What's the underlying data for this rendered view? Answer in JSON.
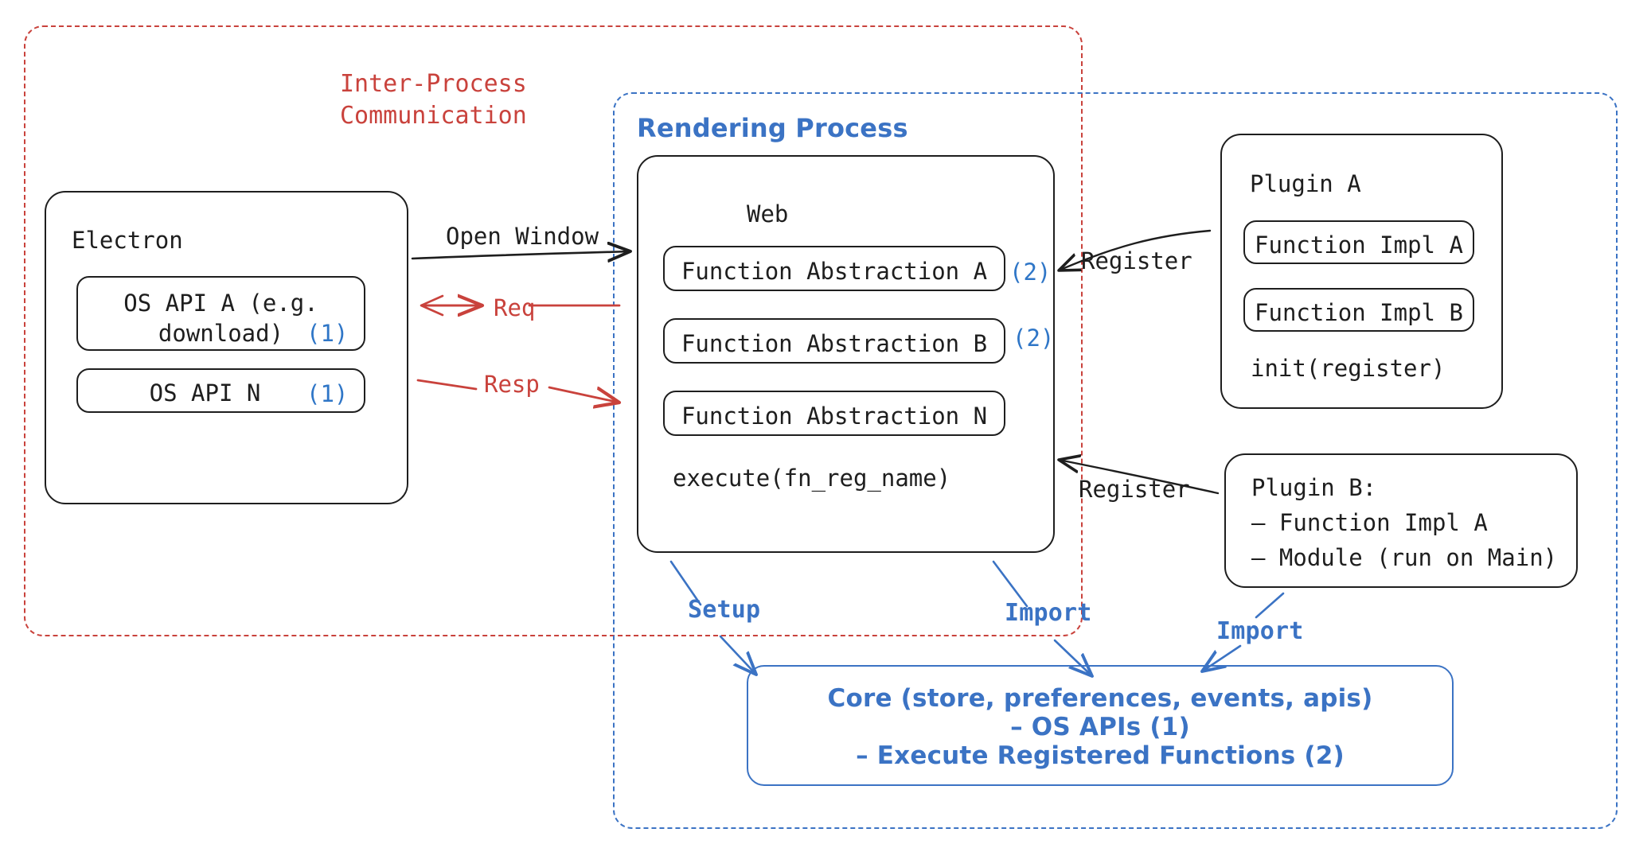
{
  "diagram": {
    "title": "Electron plugin architecture",
    "colors": {
      "ipc_red": "#c9423c",
      "process_blue": "#3b73c4",
      "marker_blue": "#2f76c7",
      "ink": "#1e1e1e",
      "background": "#ffffff"
    }
  },
  "containers": {
    "ipc": {
      "label": "Inter-Process\nCommunication",
      "style": "dashed-red"
    },
    "rendering": {
      "label": "Rendering Process",
      "style": "dashed-blue"
    }
  },
  "electron": {
    "title": "Electron",
    "apis": [
      {
        "label": "OS API A (e.g.\ndownload)",
        "marker": "(1)"
      },
      {
        "label": "OS API N",
        "marker": "(1)"
      }
    ]
  },
  "web": {
    "title": "Web",
    "abstractions": [
      {
        "label": "Function Abstraction A",
        "marker": "(2)"
      },
      {
        "label": "Function Abstraction B",
        "marker": "(2)"
      },
      {
        "label": "Function Abstraction N",
        "marker": ""
      }
    ],
    "footer": "execute(fn_reg_name)"
  },
  "plugin_a": {
    "title": "Plugin A",
    "items": [
      "Function Impl A",
      "Function Impl B"
    ],
    "footer": "init(register)"
  },
  "plugin_b": {
    "title": "Plugin B:",
    "lines": [
      "– Function Impl A",
      "– Module (run on Main)"
    ]
  },
  "core": {
    "lines": [
      "Core (store, preferences, events, apis)",
      "– OS APIs (1)",
      "– Execute Registered Functions (2)"
    ]
  },
  "edges": {
    "open_window": {
      "label": "Open Window",
      "color": "#1e1e1e"
    },
    "req": {
      "label": "Req",
      "color": "#c9423c"
    },
    "resp": {
      "label": "Resp",
      "color": "#c9423c"
    },
    "register_a": {
      "label": "Register",
      "color": "#1e1e1e"
    },
    "register_b": {
      "label": "Register",
      "color": "#1e1e1e"
    },
    "setup": {
      "label": "Setup",
      "color": "#3b73c4"
    },
    "import_web": {
      "label": "Import",
      "color": "#3b73c4"
    },
    "import_plugin_b": {
      "label": "Import",
      "color": "#3b73c4"
    }
  }
}
